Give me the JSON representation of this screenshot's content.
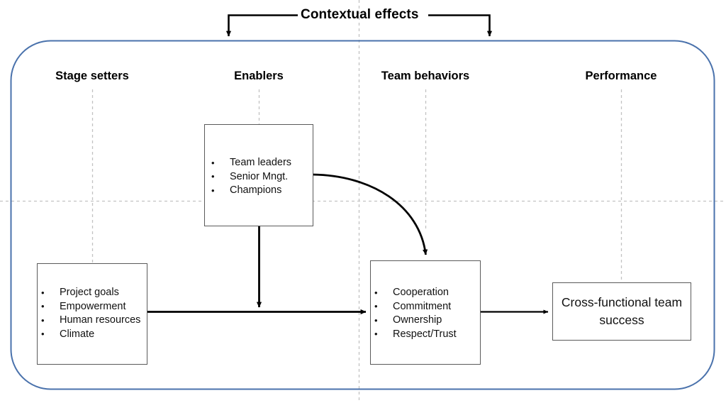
{
  "figure": {
    "banner_label": "Contextual effects",
    "outcome_label": "Cross-functional team success"
  },
  "columns": [
    {
      "id": "stage-setters",
      "label": "Stage setters"
    },
    {
      "id": "enablers",
      "label": "Enablers"
    },
    {
      "id": "team-behaviors",
      "label": "Team behaviors"
    },
    {
      "id": "performance",
      "label": "Performance"
    }
  ],
  "boxes": {
    "enablers": {
      "column": "Enablers",
      "items": [
        "Team leaders",
        "Senior Mngt.",
        "Champions"
      ]
    },
    "stage_setters": {
      "column": "Stage setters",
      "items": [
        "Project goals",
        "Empowerment",
        "Human resources",
        "Climate"
      ]
    },
    "team_behaviors": {
      "column": "Team behaviors",
      "items": [
        "Cooperation",
        "Commitment",
        "Ownership",
        "Respect/Trust"
      ]
    },
    "performance": {
      "column": "Performance",
      "text": "Cross-functional team success"
    }
  },
  "connectors": [
    {
      "name": "contextual-effects-left-arrow",
      "from": "Contextual effects",
      "to": "model frame (left)"
    },
    {
      "name": "contextual-effects-right-arrow",
      "from": "Contextual effects",
      "to": "model frame (right)"
    },
    {
      "name": "enablers-to-flow-arrow",
      "from": "Enablers",
      "to": "Stage setters flow"
    },
    {
      "name": "enablers-to-behaviors-curve",
      "from": "Enablers",
      "to": "Team behaviors"
    },
    {
      "name": "stage-setters-to-behaviors-arrow",
      "from": "Stage setters",
      "to": "Team behaviors"
    },
    {
      "name": "behaviors-to-performance-arrow",
      "from": "Team behaviors",
      "to": "Cross-functional team success"
    }
  ],
  "colors": {
    "frame": "#4a72ac",
    "box_border": "#5a5a5a",
    "connector": "#000000",
    "guide": "#bfbfbf",
    "text": "#111111"
  }
}
